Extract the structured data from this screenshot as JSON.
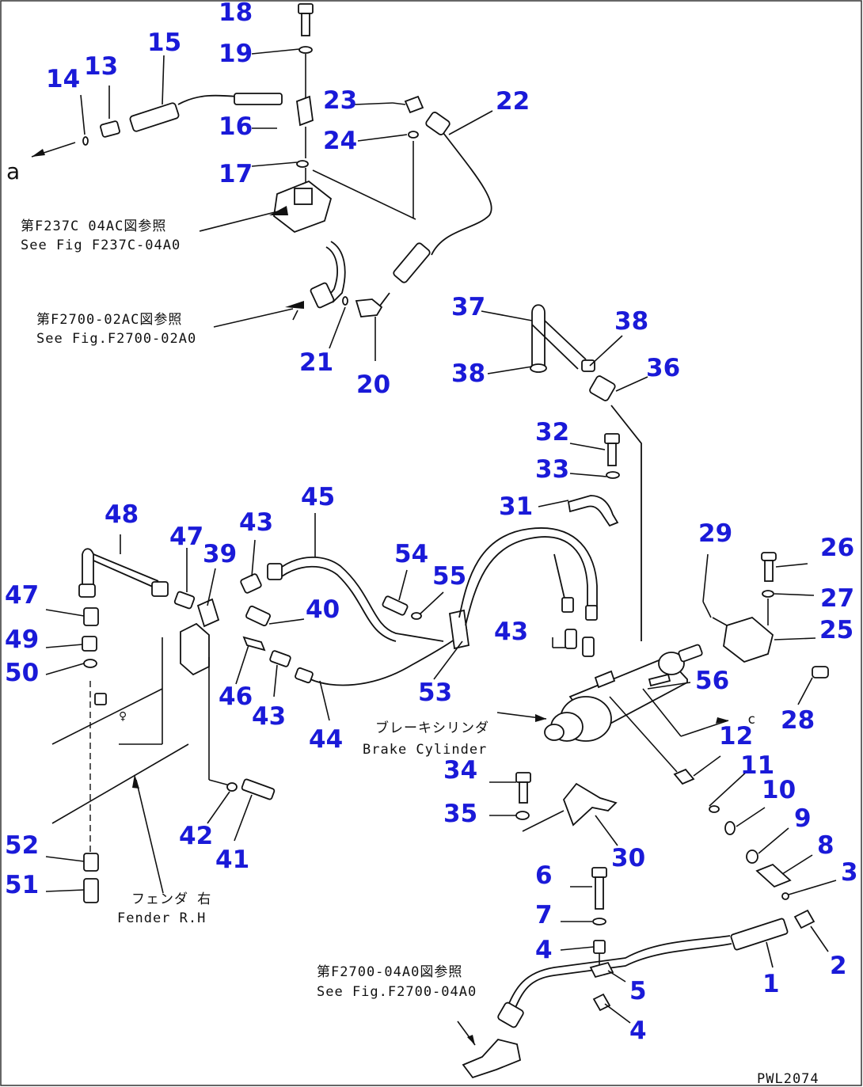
{
  "diagram": {
    "drawing_code": "PWL2074",
    "edge_label": "a",
    "callouts": [
      {
        "id": "c1",
        "text": "1"
      },
      {
        "id": "c2",
        "text": "2"
      },
      {
        "id": "c3",
        "text": "3"
      },
      {
        "id": "c4a",
        "text": "4"
      },
      {
        "id": "c4b",
        "text": "4"
      },
      {
        "id": "c5",
        "text": "5"
      },
      {
        "id": "c6",
        "text": "6"
      },
      {
        "id": "c7",
        "text": "7"
      },
      {
        "id": "c8",
        "text": "8"
      },
      {
        "id": "c9",
        "text": "9"
      },
      {
        "id": "c10",
        "text": "10"
      },
      {
        "id": "c11",
        "text": "11"
      },
      {
        "id": "c12",
        "text": "12"
      },
      {
        "id": "c13",
        "text": "13"
      },
      {
        "id": "c14",
        "text": "14"
      },
      {
        "id": "c15",
        "text": "15"
      },
      {
        "id": "c16",
        "text": "16"
      },
      {
        "id": "c17",
        "text": "17"
      },
      {
        "id": "c18",
        "text": "18"
      },
      {
        "id": "c19",
        "text": "19"
      },
      {
        "id": "c20",
        "text": "20"
      },
      {
        "id": "c21",
        "text": "21"
      },
      {
        "id": "c22",
        "text": "22"
      },
      {
        "id": "c23",
        "text": "23"
      },
      {
        "id": "c24",
        "text": "24"
      },
      {
        "id": "c25",
        "text": "25"
      },
      {
        "id": "c26",
        "text": "26"
      },
      {
        "id": "c27",
        "text": "27"
      },
      {
        "id": "c28",
        "text": "28"
      },
      {
        "id": "c29",
        "text": "29"
      },
      {
        "id": "c30",
        "text": "30"
      },
      {
        "id": "c31",
        "text": "31"
      },
      {
        "id": "c32",
        "text": "32"
      },
      {
        "id": "c33",
        "text": "33"
      },
      {
        "id": "c34",
        "text": "34"
      },
      {
        "id": "c35",
        "text": "35"
      },
      {
        "id": "c36",
        "text": "36"
      },
      {
        "id": "c37",
        "text": "37"
      },
      {
        "id": "c38a",
        "text": "38"
      },
      {
        "id": "c38b",
        "text": "38"
      },
      {
        "id": "c39",
        "text": "39"
      },
      {
        "id": "c40",
        "text": "40"
      },
      {
        "id": "c41",
        "text": "41"
      },
      {
        "id": "c42",
        "text": "42"
      },
      {
        "id": "c43a",
        "text": "43"
      },
      {
        "id": "c43b",
        "text": "43"
      },
      {
        "id": "c43c",
        "text": "43"
      },
      {
        "id": "c44",
        "text": "44"
      },
      {
        "id": "c45",
        "text": "45"
      },
      {
        "id": "c46",
        "text": "46"
      },
      {
        "id": "c47a",
        "text": "47"
      },
      {
        "id": "c47b",
        "text": "47"
      },
      {
        "id": "c48",
        "text": "48"
      },
      {
        "id": "c49",
        "text": "49"
      },
      {
        "id": "c50",
        "text": "50"
      },
      {
        "id": "c51",
        "text": "51"
      },
      {
        "id": "c52",
        "text": "52"
      },
      {
        "id": "c53",
        "text": "53"
      },
      {
        "id": "c54",
        "text": "54"
      },
      {
        "id": "c55",
        "text": "55"
      },
      {
        "id": "c56",
        "text": "56"
      }
    ],
    "references": {
      "ref_f237c_jp": "第F237C 04AC図参照",
      "ref_f237c_en": "See Fig F237C-04A0",
      "ref_f2700_02_jp": "第F2700-02AC図参照",
      "ref_f2700_02_en": "See Fig.F2700-02A0",
      "ref_f2700_04_jp": "第F2700-04A0図参照",
      "ref_f2700_04_en": "See Fig.F2700-04A0",
      "brake_cyl_jp": "ブレーキシリンダ",
      "brake_cyl_en": "Brake Cylinder",
      "fender_jp": "フェンダ 右",
      "fender_en": "Fender R.H",
      "marker_12": "c"
    }
  }
}
